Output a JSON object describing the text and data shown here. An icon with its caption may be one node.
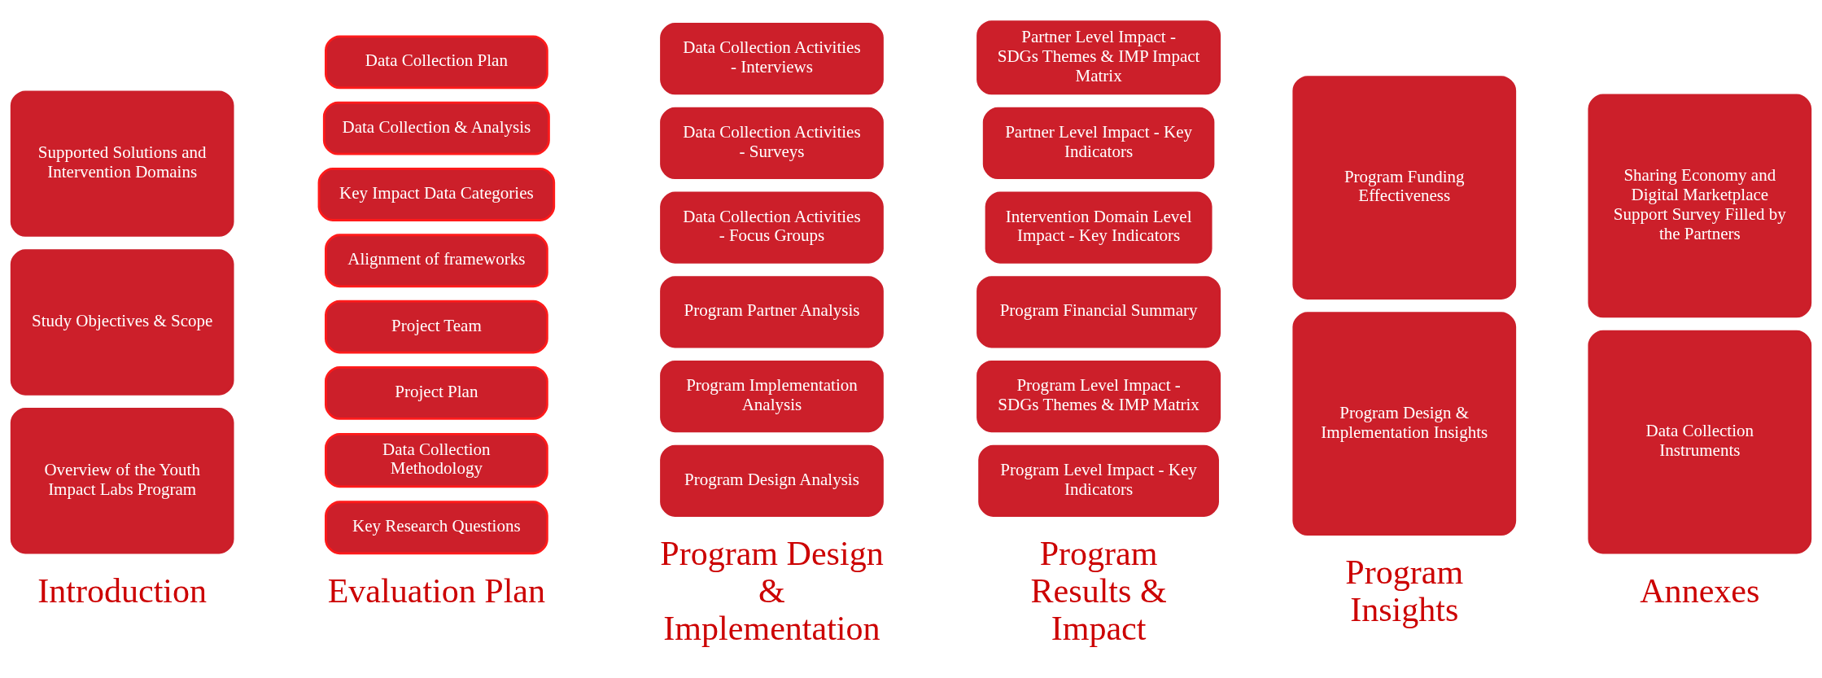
{
  "diagram": {
    "nodes": [
      {
        "text": [
          "Overview of the Youth Impact Labs Program"
        ]
      },
      {
        "text": [
          "Study Objectives & Scope"
        ]
      },
      {
        "text": [
          "Supported Solutions and Intervention Domains"
        ]
      },
      {
        "text": [
          "Key Research Questions"
        ]
      },
      {
        "text": [
          "Data Collection Methodology"
        ]
      },
      {
        "text": [
          "Project Plan"
        ]
      },
      {
        "text": [
          "Project Team"
        ]
      },
      {
        "text": [
          "Alignment of frameworks"
        ]
      },
      {
        "text": [
          "Key Impact Data Categories"
        ]
      },
      {
        "text": [
          "Data Collection & Analysis"
        ]
      },
      {
        "text": [
          "Data Collection Plan"
        ]
      },
      {
        "text": [
          "Program Design Analysis"
        ]
      },
      {
        "text": [
          "Program Implementation Analysis"
        ]
      },
      {
        "text": [
          "Program Partner Analysis"
        ]
      },
      {
        "text": [
          "Data Collection Activities - Focus Groups"
        ]
      },
      {
        "text": [
          "Data Collection Activities - Surveys"
        ]
      },
      {
        "text": [
          "Data Collection Activities - Interviews"
        ]
      },
      {
        "text": [
          "Program Level Impact - Key Indicators"
        ]
      },
      {
        "text": [
          "Program Level Impact - SDGs Themes & IMP Matrix"
        ]
      },
      {
        "text": [
          "Program Financial Summary"
        ]
      },
      {
        "text": [
          "Intervention Domain Level Impact - Key Indicators"
        ]
      },
      {
        "text": [
          "Partner Level Impact - Key Indicators"
        ]
      },
      {
        "text": [
          "Partner Level Impact - SDGs Themes & IMP Impact Matrix"
        ]
      },
      {
        "text": [
          "Program Design & Implementation Insights"
        ]
      },
      {
        "text": [
          "Program Funding Effectiveness"
        ]
      },
      {
        "text": [
          "Data Collection Instruments"
        ]
      },
      {
        "text": [
          "Sharing Economy and Digital Marketplace Support Survey Filled by the Partners"
        ]
      }
    ],
    "edges": [],
    "labels": [
      "Introduction",
      "Evaluation Plan",
      "Program Design & Implementation",
      "Program Results & Impact",
      "Program Insights",
      "Annexes"
    ]
  }
}
